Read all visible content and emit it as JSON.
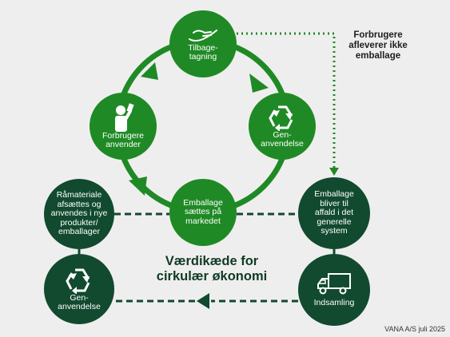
{
  "diagram": {
    "title": "Værdikæde for\ncirkulær økonomi",
    "callout": "Forbrugere\nafleverer ikke\nemballage",
    "footer": "VANA A/S juli 2025",
    "nodes": {
      "tilbagetagning": {
        "label": "Tilbage-\ntagning",
        "icon": "hand-icon"
      },
      "forbrugere": {
        "label": "Forbrugere\nanvender",
        "icon": "person-drinking-icon"
      },
      "genanvendelse_top": {
        "label": "Gen-\nanvendelse",
        "icon": "recycle-icon"
      },
      "emballage_saettes": {
        "label": "Emballage\nsættes på\nmarkedet"
      },
      "raamateriale": {
        "label": "Råmateriale\nafsættes og\nanvendes i nye\nprodukter/\nemballager"
      },
      "genanvendelse_bottom": {
        "label": "Gen-\nanvendelse",
        "icon": "recycle-icon"
      },
      "emballage_bliver": {
        "label": "Emballage\nbliver til\naffald i det\ngenerelle\nsystem"
      },
      "indsamling": {
        "label": "Indsamling",
        "icon": "truck-icon"
      }
    },
    "colors": {
      "light_green": "#1f8a25",
      "dark_green": "#114a2f",
      "background": "#efeeee"
    }
  }
}
